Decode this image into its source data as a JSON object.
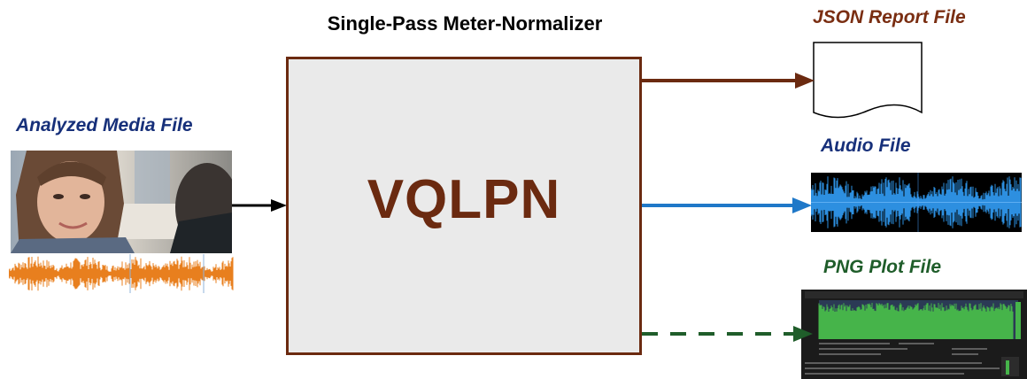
{
  "diagram": {
    "title": "Single-Pass Meter-Normalizer",
    "processor": "VQLPN",
    "input": {
      "label": "Analyzed Media File"
    },
    "outputs": [
      {
        "label": "JSON Report File"
      },
      {
        "label": "Audio File"
      },
      {
        "label": "PNG Plot File"
      }
    ]
  },
  "colors": {
    "box_border": "#6b2a10",
    "box_fill": "#eaeaea",
    "json_arrow": "#6b2a10",
    "audio_arrow": "#1f78c8",
    "png_arrow": "#1f5d2a",
    "input_arrow": "#000000",
    "input_label": "#17307a",
    "audio_label": "#17307a",
    "json_label": "#7a2e12",
    "png_label": "#1f5d2a",
    "input_waveform": "#e87f1e",
    "audio_waveform": "#2d8fe0",
    "plot_fill": "#46b44a"
  }
}
